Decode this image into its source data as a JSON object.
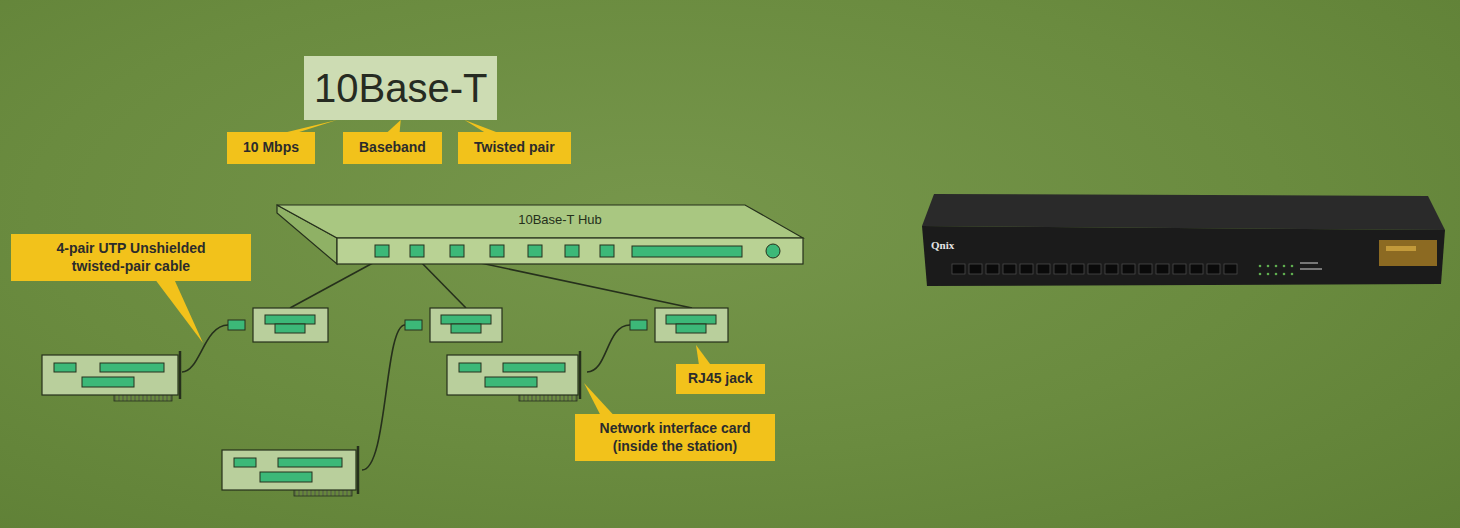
{
  "diagram": {
    "nodes": [
      {
        "text": [
          "10Base-T"
        ]
      },
      {
        "text": [
          "10 Mbps"
        ]
      },
      {
        "text": [
          "Baseband"
        ]
      },
      {
        "text": [
          "Twisted pair"
        ]
      },
      {
        "text": [
          "10Base-T Hub"
        ]
      },
      {
        "text": [
          "4-pair UTP Unshielded twisted-pair cable"
        ]
      },
      {
        "text": [
          "RJ45 jack"
        ]
      },
      {
        "text": [
          "Network interface card (inside the station)"
        ]
      }
    ],
    "edges": [
      {
        "from": 1,
        "to": 0,
        "arrow": "none"
      },
      {
        "from": 2,
        "to": 0,
        "arrow": "none"
      },
      {
        "from": 3,
        "to": 0,
        "arrow": "none"
      }
    ],
    "labels": [
      "Qnix"
    ]
  }
}
